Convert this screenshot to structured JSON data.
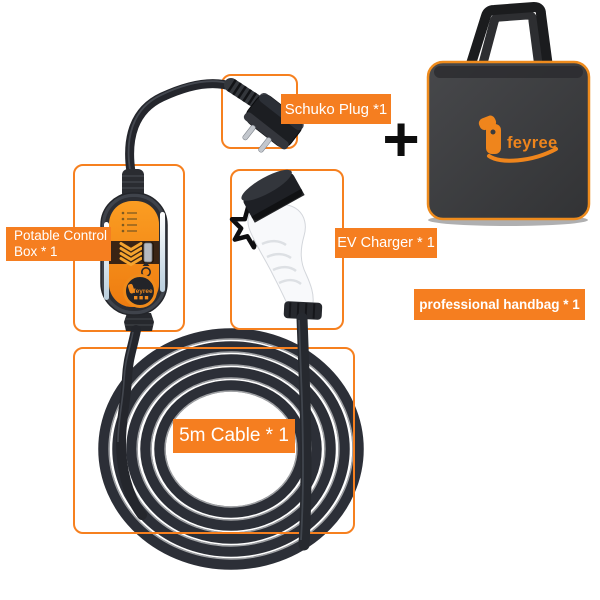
{
  "image_type": "EV charger kit components infographic",
  "brand": {
    "bag_logo": "feyree",
    "box_logo": "feyree"
  },
  "plus_sign": "+",
  "callouts": {
    "schuko_plug": {
      "label": "Schuko Plug *1"
    },
    "control_box": {
      "label_line1": "Potable Control",
      "label_line2": "Box * 1"
    },
    "ev_charger": {
      "label": "EV Charger * 1"
    },
    "cable": {
      "label": "5m Cable * 1"
    },
    "handbag": {
      "label": "professional handbag * 1"
    }
  },
  "colors": {
    "accent_orange": "#F57E20",
    "outline_orange": "#F6801F",
    "label_text": "#FFFFFF",
    "brand_orange": "#EF851C",
    "cable_black": "#2C2F37",
    "bag_fabric": "#3C3D3F",
    "bag_trim": "#EE8B1D",
    "plus_black": "#0D0D0D"
  }
}
